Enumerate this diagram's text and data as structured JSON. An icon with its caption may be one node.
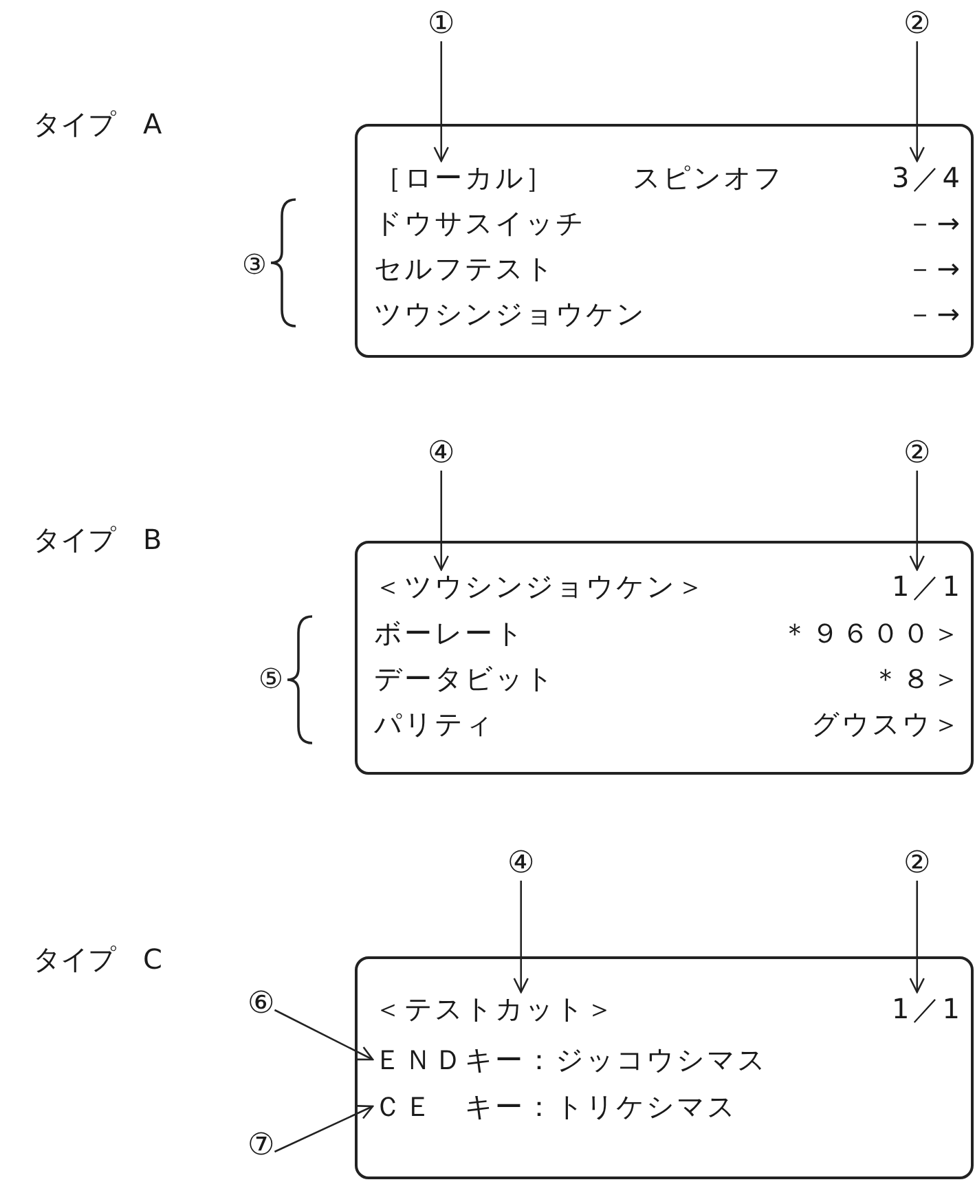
{
  "diagram": {
    "nodes": [
      {
        "text": [],
        "shape": "box"
      },
      {
        "text": [
          "［ローカル］"
        ],
        "in": 0
      },
      {
        "text": [
          "スピンオフ"
        ],
        "in": 0
      },
      {
        "text": [
          "3／4"
        ],
        "in": 0
      },
      {
        "text": [
          "ドウサスイッチ"
        ],
        "in": 0
      },
      {
        "text": [
          "－→"
        ],
        "in": 0
      },
      {
        "text": [
          "セルフテスト"
        ],
        "in": 0
      },
      {
        "text": [
          "－→"
        ],
        "in": 0
      },
      {
        "text": [
          "ツウシンジョウケン"
        ],
        "in": 0
      },
      {
        "text": [
          "－→"
        ],
        "in": 0
      },
      {
        "text": [
          "①"
        ]
      },
      {
        "text": [
          "②"
        ]
      },
      {
        "text": [],
        "shape": "box"
      },
      {
        "text": [
          "＜ツウシンジョウケン＞"
        ],
        "in": 12
      },
      {
        "text": [
          "1／1"
        ],
        "in": 12
      },
      {
        "text": [
          "ボーレート"
        ],
        "in": 12
      },
      {
        "text": [
          "＊９６００＞"
        ],
        "in": 12
      },
      {
        "text": [
          "データビット"
        ],
        "in": 12
      },
      {
        "text": [
          "＊８＞"
        ],
        "in": 12
      },
      {
        "text": [
          "パリティ"
        ],
        "in": 12
      },
      {
        "text": [
          "グウスウ＞"
        ],
        "in": 12
      },
      {
        "text": [
          "④"
        ]
      },
      {
        "text": [
          "②"
        ]
      },
      {
        "text": [],
        "shape": "box"
      },
      {
        "text": [
          "＜テストカット＞"
        ],
        "in": 23
      },
      {
        "text": [
          "1／1"
        ],
        "in": 23
      },
      {
        "text": [
          "ＥＮＤキー：ジッコウシマス"
        ],
        "in": 23
      },
      {
        "text": [
          "ＣＥ　キー：トリケシマス"
        ],
        "in": 23
      },
      {
        "text": [
          "④"
        ]
      },
      {
        "text": [
          "②"
        ]
      },
      {
        "text": [
          "⑥"
        ]
      },
      {
        "text": [
          "⑦"
        ]
      }
    ],
    "edges": [
      {
        "from": 10,
        "to": 1,
        "arrow": "to"
      },
      {
        "from": 11,
        "to": 3,
        "arrow": "to"
      },
      {
        "from": 21,
        "to": 13,
        "arrow": "to"
      },
      {
        "from": 22,
        "to": 14,
        "arrow": "to"
      },
      {
        "from": 28,
        "to": 24,
        "arrow": "to"
      },
      {
        "from": 29,
        "to": 25,
        "arrow": "to"
      },
      {
        "from": 30,
        "to": 26,
        "arrow": "to"
      },
      {
        "from": 31,
        "to": 27,
        "arrow": "to"
      }
    ],
    "labels": [
      "タイプ　A",
      "③",
      "タイプ　B",
      "⑤",
      "タイプ　C"
    ]
  }
}
